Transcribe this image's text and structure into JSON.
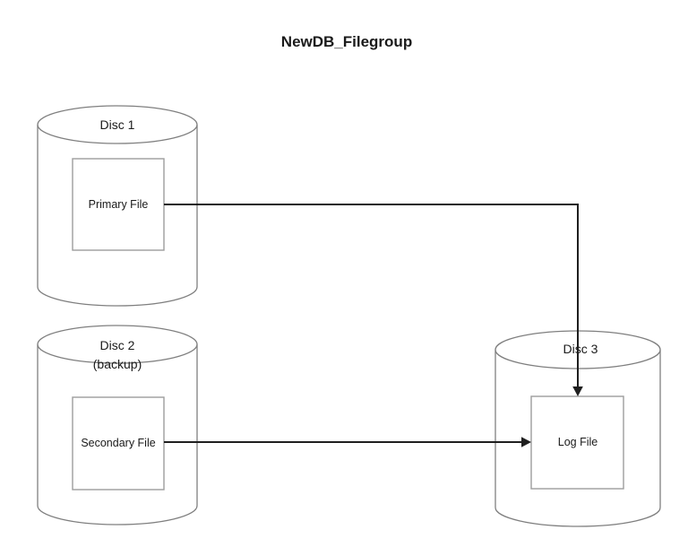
{
  "diagram": {
    "title": "NewDB_Filegroup",
    "discs": [
      {
        "label": "Disc 1",
        "sublabel": "",
        "file": "Primary File"
      },
      {
        "label": "Disc 2",
        "sublabel": "(backup)",
        "file": "Secondary File"
      },
      {
        "label": "Disc 3",
        "sublabel": "",
        "file": "Log File"
      }
    ],
    "connectors": [
      {
        "from": "Primary File",
        "to": "Log File",
        "shape": "elbow",
        "arrow": "down"
      },
      {
        "from": "Secondary File",
        "to": "Log File",
        "shape": "straight",
        "arrow": "right"
      }
    ],
    "colors": {
      "background": "#ffffff",
      "cylinder_stroke": "#7f7f7f",
      "box_stroke": "#9d9d9d",
      "connector": "#1f1f1f",
      "text": "#1a1a1a"
    }
  }
}
